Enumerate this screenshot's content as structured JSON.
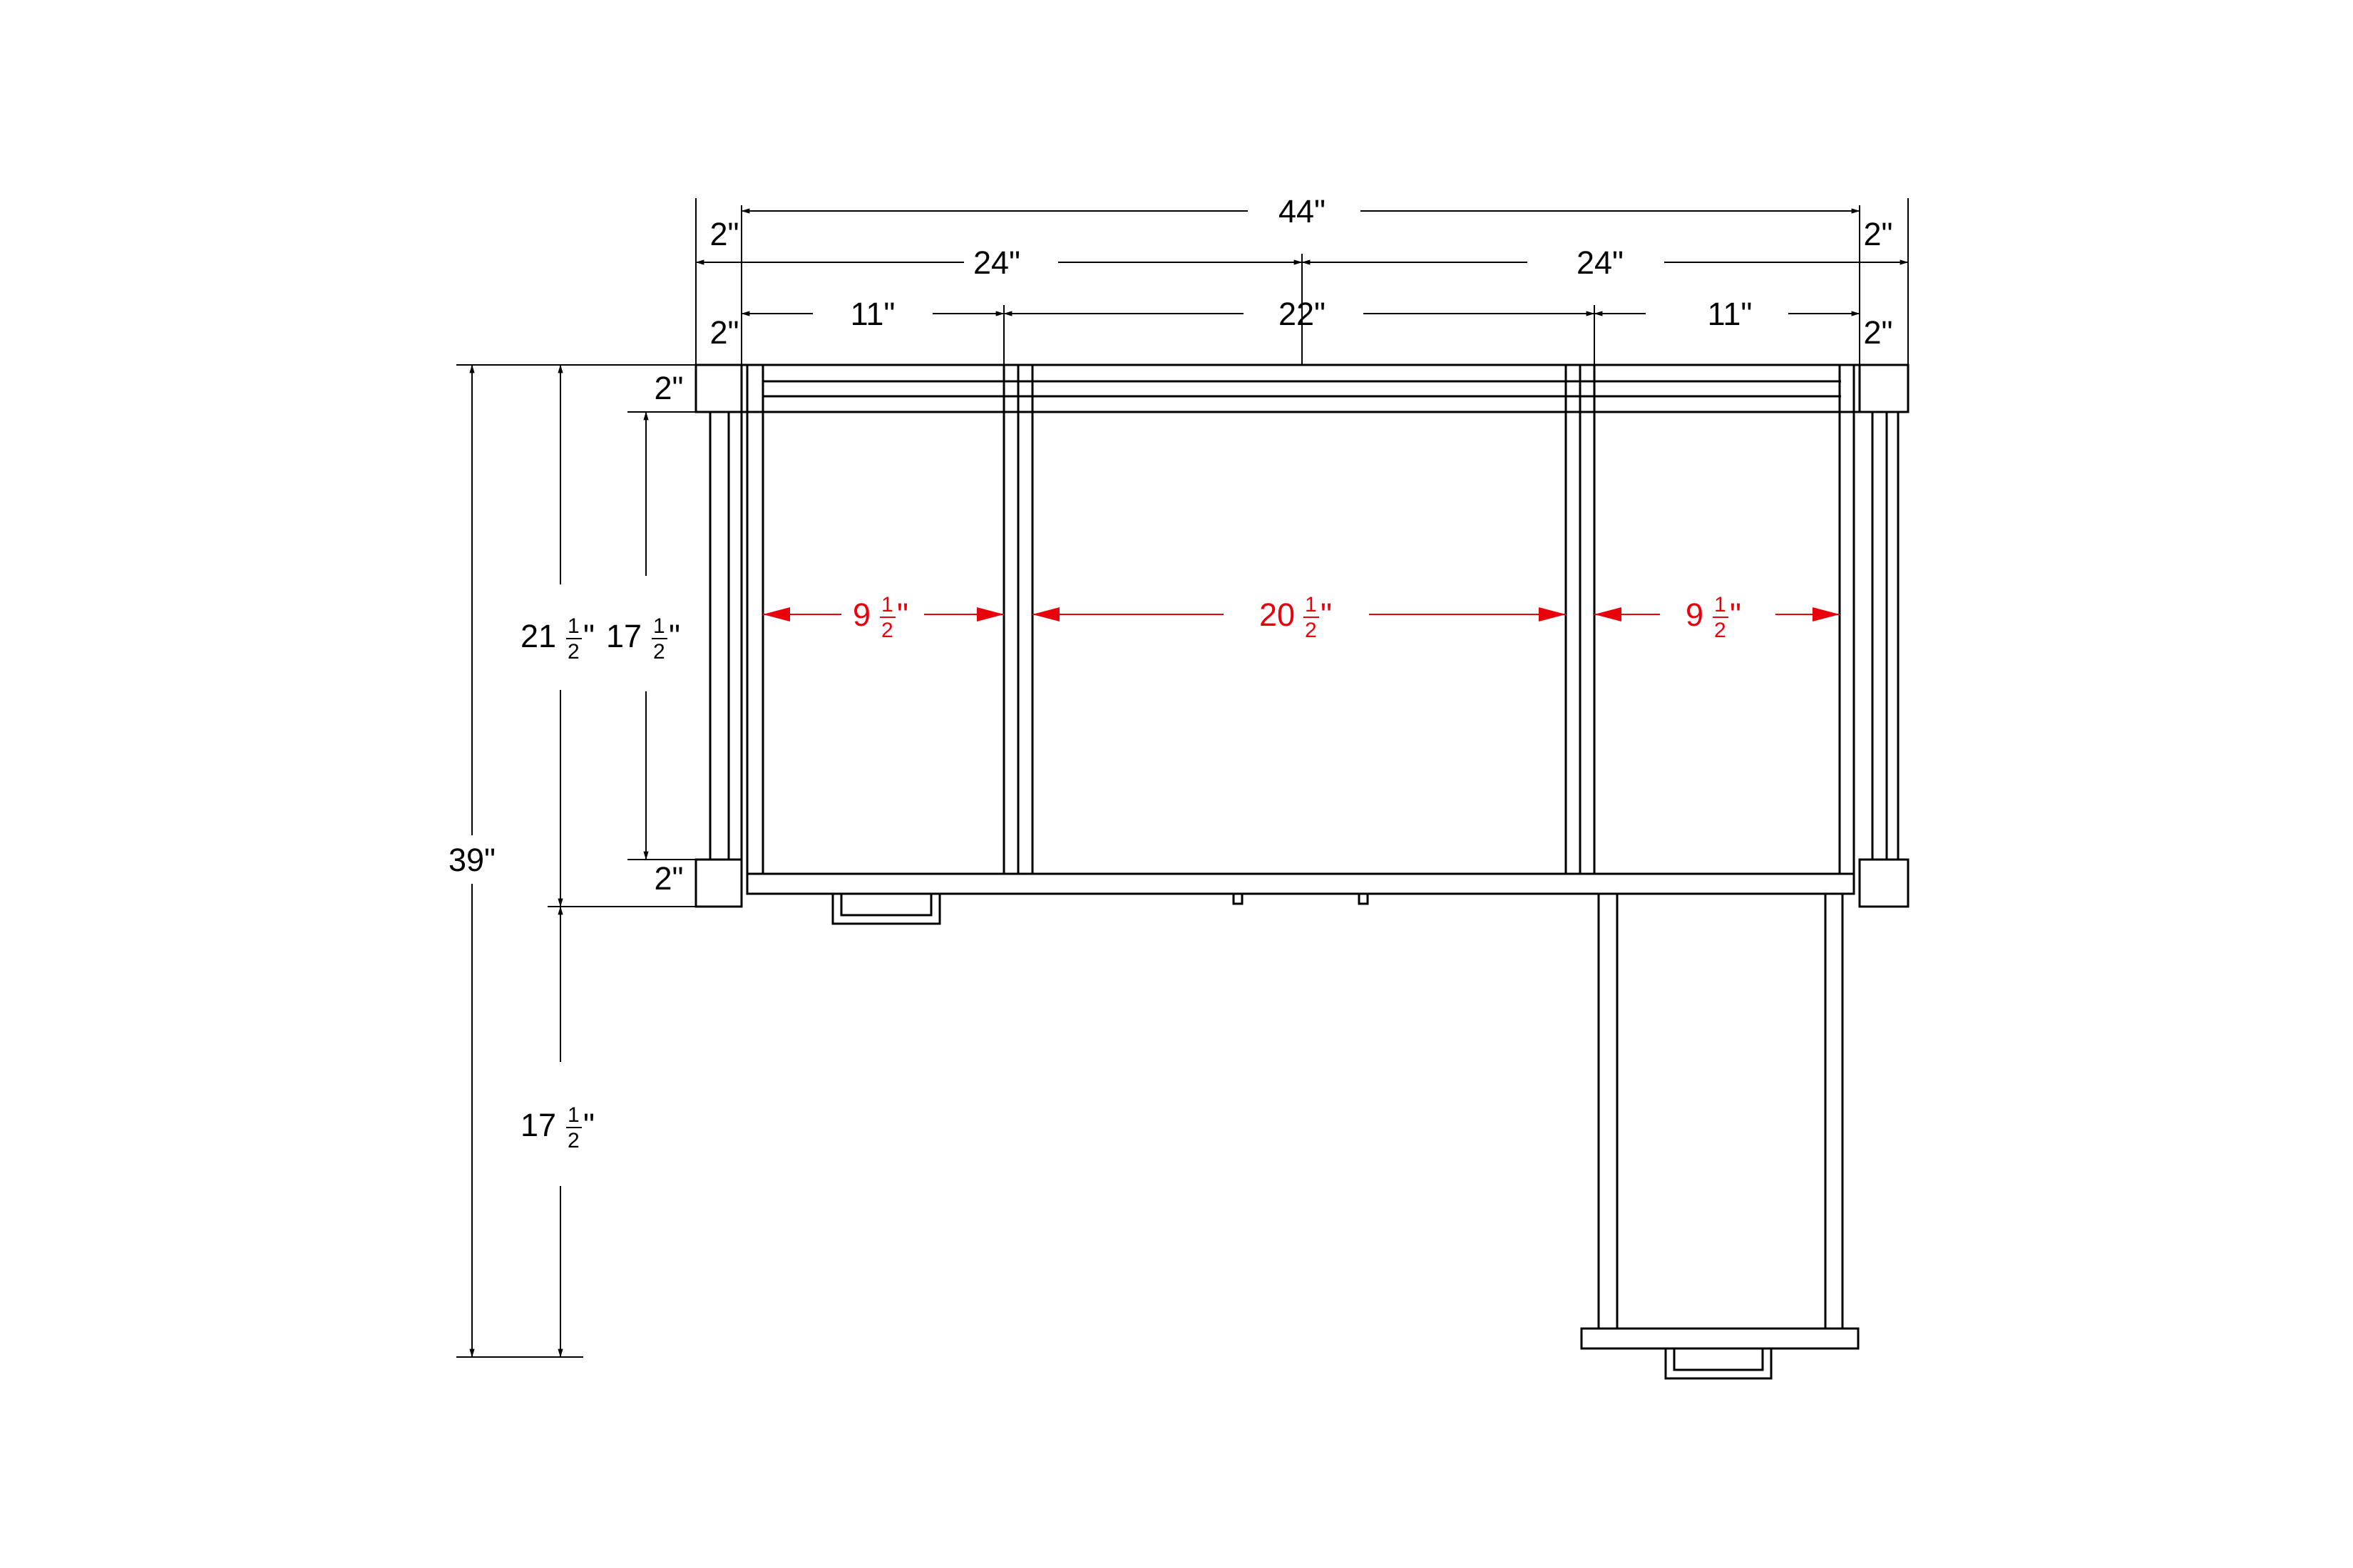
{
  "colors": {
    "line": "#000000",
    "accent": "#e8000b",
    "background": "#ffffff"
  },
  "dimensions": {
    "top": {
      "overall": "44\"",
      "left_end": "2\"",
      "right_end": "2\"",
      "half_left": "24\"",
      "half_right": "24\"",
      "end_left_2": "2\"",
      "end_right_2": "2\"",
      "bay_left": "11\"",
      "bay_center": "22\"",
      "bay_right": "11\""
    },
    "interior": {
      "left": {
        "whole": "9",
        "num": "1",
        "den": "2",
        "unit": "\""
      },
      "center": {
        "whole": "20",
        "num": "1",
        "den": "2",
        "unit": "\""
      },
      "right": {
        "whole": "9",
        "num": "1",
        "den": "2",
        "unit": "\""
      }
    },
    "side": {
      "overall": "39\"",
      "upper": {
        "whole": "21",
        "num": "1",
        "den": "2",
        "unit": "\""
      },
      "inner": {
        "whole": "17",
        "num": "1",
        "den": "2",
        "unit": "\""
      },
      "lower": {
        "whole": "17",
        "num": "1",
        "den": "2",
        "unit": "\""
      },
      "rail_top": "2\"",
      "rail_bottom": "2\""
    }
  }
}
